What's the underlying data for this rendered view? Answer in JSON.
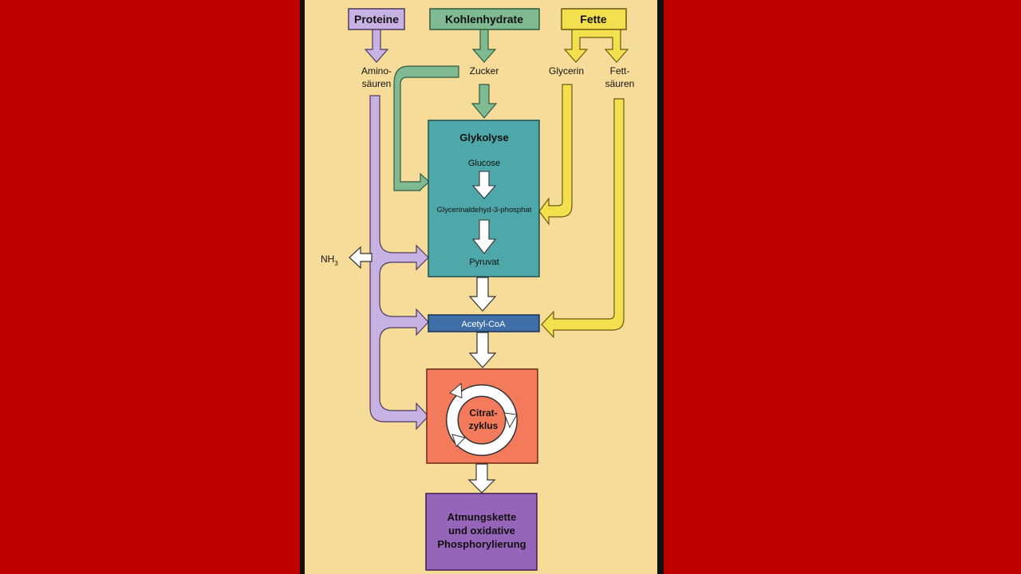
{
  "sources": {
    "proteins": "Proteine",
    "carbs": "Kohlenhydrate",
    "fats": "Fette"
  },
  "intermediates": {
    "amino_line1": "Amino-",
    "amino_line2": "säuren",
    "sugar": "Zucker",
    "glycerol": "Glycerin",
    "fatty_line1": "Fett-",
    "fatty_line2": "säuren"
  },
  "glycolysis": {
    "title": "Glykolyse",
    "glucose": "Glucose",
    "g3p": "Glycerinaldehyd-3-phosphat",
    "pyruvate": "Pyruvat"
  },
  "ammonia": {
    "base": "NH",
    "sub": "3"
  },
  "acetyl_coa": "Acetyl-CoA",
  "citrate_cycle": {
    "line1": "Citrat-",
    "line2": "zyklus"
  },
  "respiration": {
    "line1": "Atmungskette",
    "line2": "und oxidative",
    "line3": "Phosphorylierung"
  },
  "colors": {
    "background": "#c00000",
    "panel": "#f6dc98",
    "protein": "#c8b2e4",
    "carbs": "#7fba93",
    "fats": "#f4e04e",
    "glycolysis": "#4ea7a9",
    "acetyl_coa": "#3f6fa6",
    "citrate_cycle": "#f47a5c",
    "respiration": "#9664b8"
  }
}
